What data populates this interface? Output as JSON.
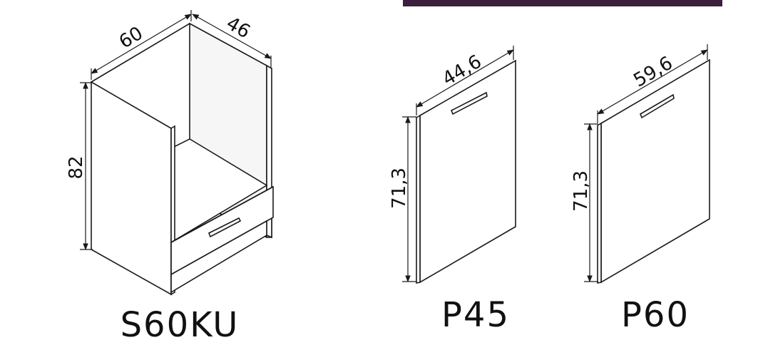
{
  "header_bar": {
    "color": "#3b1f3d"
  },
  "cabinet": {
    "label": "S60KU",
    "dims": {
      "width": "60",
      "depth": "46",
      "height": "82"
    }
  },
  "panel_p45": {
    "label": "P45",
    "dims": {
      "width": "44,6",
      "height": "71,3"
    }
  },
  "panel_p60": {
    "label": "P60",
    "dims": {
      "width": "59,6",
      "height": "71,3"
    }
  }
}
